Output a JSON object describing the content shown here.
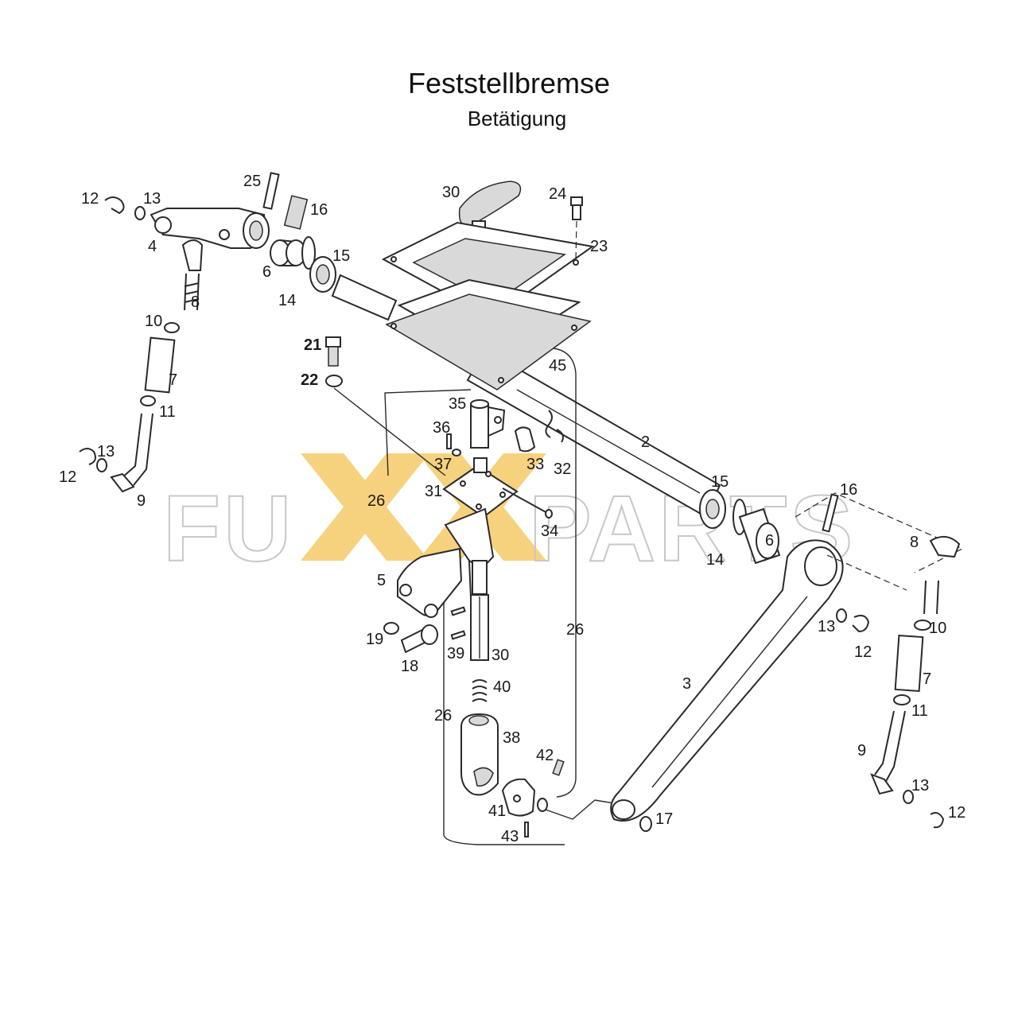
{
  "title": "Feststellbremse",
  "subtitle": "Betätigung",
  "watermark": {
    "text_left": "FU",
    "text_right": "PARTS",
    "accent_color": "#f5c453",
    "outline_color": "#c8c8c8"
  },
  "labels": {
    "l1": "12",
    "l2": "13",
    "l3": "25",
    "l4": "16",
    "l5": "4",
    "l6": "6",
    "l7": "14",
    "l8": "15",
    "l9": "8",
    "l10": "10",
    "l11": "7",
    "l12": "11",
    "l13": "13",
    "l14": "12",
    "l15": "9",
    "l16": "30",
    "l17": "24",
    "l18": "23",
    "l19": "21",
    "l20": "22",
    "l21": "45",
    "l22": "35",
    "l23": "36",
    "l24": "37",
    "l25": "33",
    "l26": "32",
    "l27": "2",
    "l28": "31",
    "l29": "26",
    "l30": "34",
    "l31": "15",
    "l32": "16",
    "l33": "14",
    "l34": "6",
    "l35": "8",
    "l36": "5",
    "l37": "19",
    "l38": "18",
    "l39": "39",
    "l40": "30",
    "l41": "26",
    "l42": "13",
    "l43": "12",
    "l44": "10",
    "l45": "7",
    "l46": "40",
    "l47": "3",
    "l48": "26",
    "l49": "38",
    "l50": "11",
    "l51": "42",
    "l52": "9",
    "l53": "13",
    "l54": "41",
    "l55": "17",
    "l56": "12",
    "l57": "43"
  }
}
